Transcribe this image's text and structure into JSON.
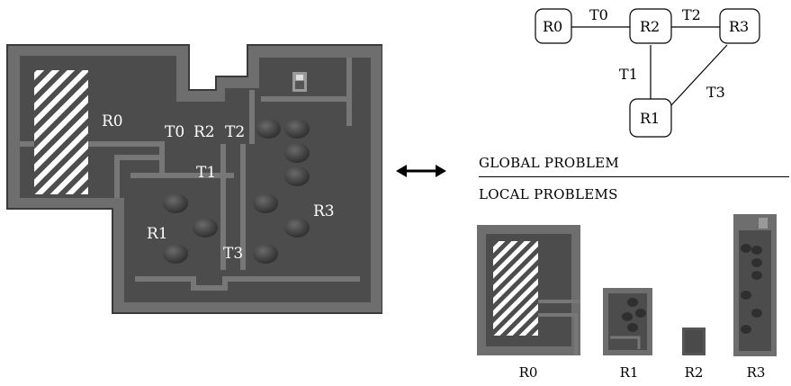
{
  "map": {
    "room_labels": {
      "r0": "R0",
      "r1": "R1",
      "r2": "R2",
      "r3": "R3"
    },
    "tunnel_labels": {
      "t0": "T0",
      "t1": "T1",
      "t2": "T2",
      "t3": "T3"
    },
    "colors": {
      "wall": "#707070",
      "floor": "#4d4d4d",
      "stripe": "#ffffff",
      "boulder": "#3a3a3a"
    }
  },
  "graph": {
    "nodes": {
      "r0": "R0",
      "r1": "R1",
      "r2": "R2",
      "r3": "R3"
    },
    "edges": {
      "t0": "T0",
      "t1": "T1",
      "t2": "T2",
      "t3": "T3"
    }
  },
  "arrow": {
    "icon": "double-arrow-icon"
  },
  "sections": {
    "global": "GLOBAL PROBLEM",
    "local": "LOCAL PROBLEMS"
  },
  "thumbnails": {
    "r0": "R0",
    "r1": "R1",
    "r2": "R2",
    "r3": "R3"
  }
}
